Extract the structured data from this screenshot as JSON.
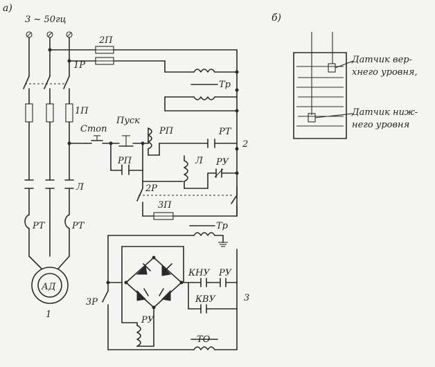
{
  "part_labels": {
    "a": "а)",
    "b": "б)"
  },
  "supply": "3 ~ 50гц",
  "labels": {
    "fuse_2p": "2П",
    "switch_1r": "1Р",
    "fuse_1p": "1П",
    "transformer_tr": "Тр",
    "stop": "Стоп",
    "start": "Пуск",
    "relay_rp": "РП",
    "rp_contact": "РП",
    "thermal_rt": "РТ",
    "node_2": "2",
    "coil_l": "Л",
    "relay_ru": "РУ",
    "switch_2r": "2Р",
    "contactor_l": "Л",
    "fuse_3p": "3П",
    "heater_rt_left": "РТ",
    "heater_rt_right": "РТ",
    "transformer_tr2": "Тр",
    "contact_knu": "КНУ",
    "contact_ru": "РУ",
    "contact_kvu": "КВУ",
    "node_3": "3",
    "switch_3r": "3Р",
    "coil_ru": "РУ",
    "motor": "АД",
    "motor_number": "1",
    "transformer_to": "ТО"
  },
  "tank": {
    "upper_sensor": [
      "Датчик вер-",
      "хнего уровня,"
    ],
    "lower_sensor": [
      "Датчик ниж-",
      "него уровня"
    ]
  }
}
